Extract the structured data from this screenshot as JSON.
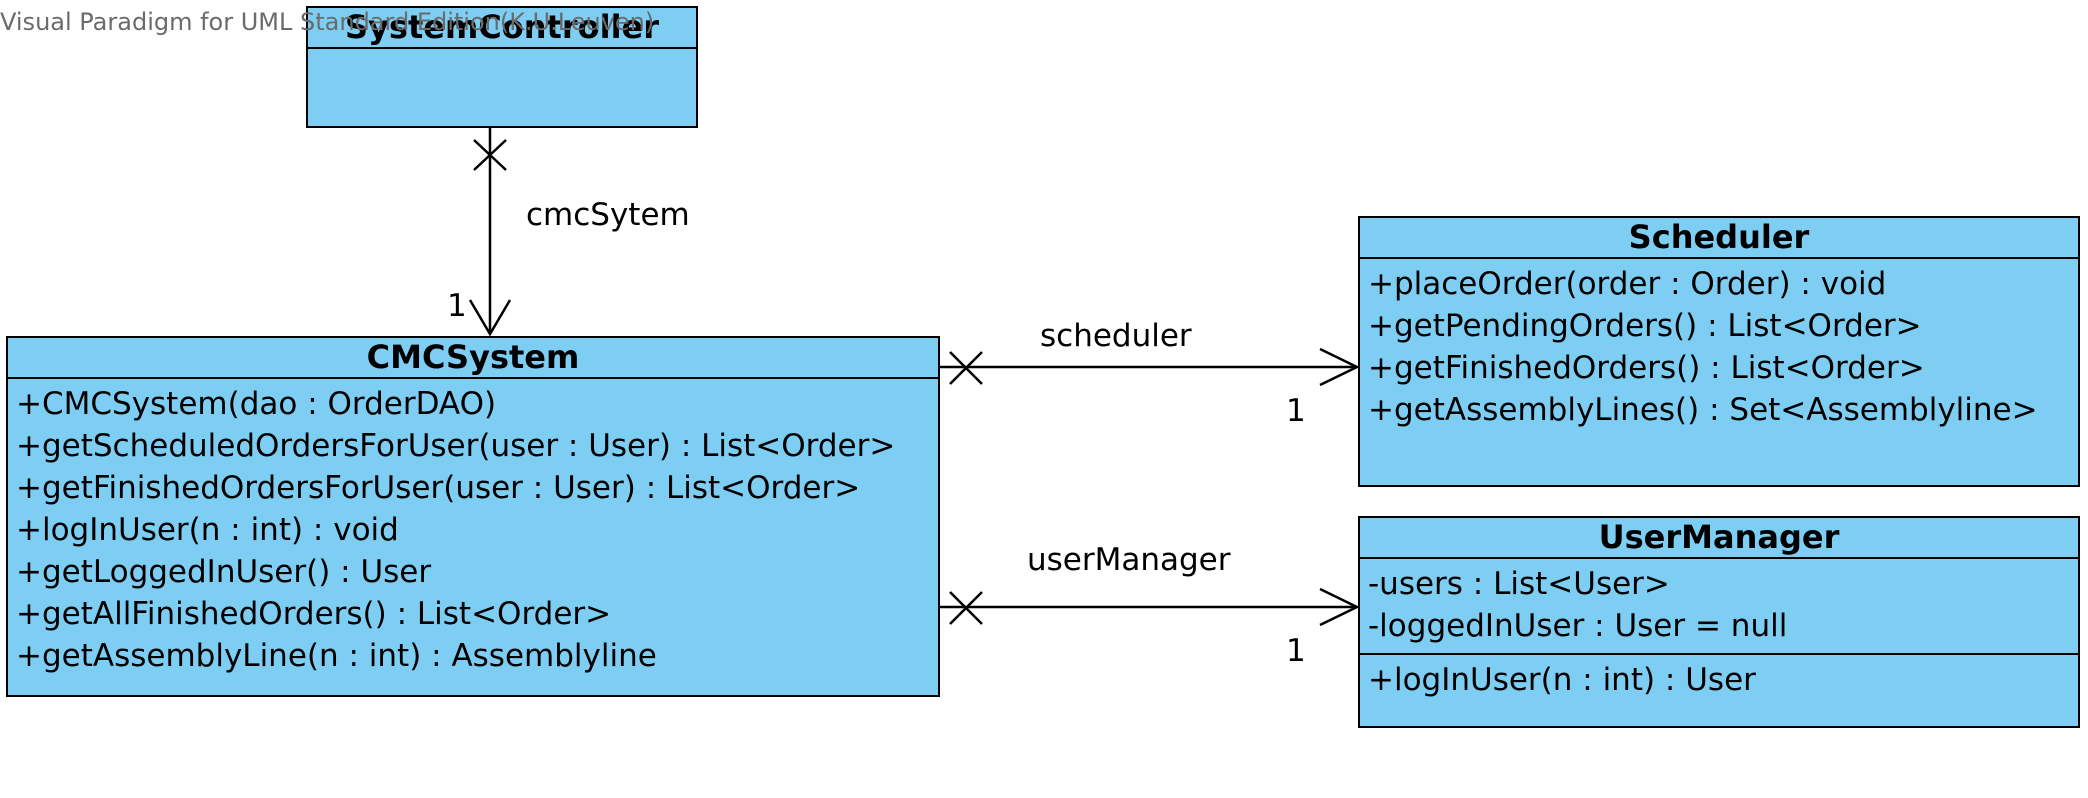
{
  "watermark": "Visual Paradigm for UML Standard Edition(K.U.Leuven)",
  "colors": {
    "class_fill": "#7ecef4",
    "stroke": "#000000",
    "watermark": "#6b6b6b"
  },
  "classes": {
    "system_controller": {
      "name": "SystemController",
      "attributes": [],
      "operations": []
    },
    "cmc_system": {
      "name": "CMCSystem",
      "operations": [
        "+CMCSystem(dao : OrderDAO)",
        "+getScheduledOrdersForUser(user : User) : List<Order>",
        "+getFinishedOrdersForUser(user : User) : List<Order>",
        "+logInUser(n : int) : void",
        "+getLoggedInUser() : User",
        "+getAllFinishedOrders() : List<Order>",
        "+getAssemblyLine(n : int) : Assemblyline"
      ]
    },
    "scheduler": {
      "name": "Scheduler",
      "operations": [
        "+placeOrder(order : Order) : void",
        "+getPendingOrders() : List<Order>",
        "+getFinishedOrders() : List<Order>",
        "+getAssemblyLines() : Set<Assemblyline>"
      ]
    },
    "user_manager": {
      "name": "UserManager",
      "attributes": [
        "-users : List<User>",
        "-loggedInUser : User = null"
      ],
      "operations": [
        "+logInUser(n : int) : User"
      ]
    }
  },
  "associations": [
    {
      "role": "cmcSytem",
      "from": "SystemController",
      "to": "CMCSystem",
      "multiplicity": "1",
      "navigability": "navigable-target, non-navigable-source"
    },
    {
      "role": "scheduler",
      "from": "CMCSystem",
      "to": "Scheduler",
      "multiplicity": "1",
      "navigability": "navigable-target, non-navigable-source"
    },
    {
      "role": "userManager",
      "from": "CMCSystem",
      "to": "UserManager",
      "multiplicity": "1",
      "navigability": "navigable-target, non-navigable-source"
    }
  ]
}
